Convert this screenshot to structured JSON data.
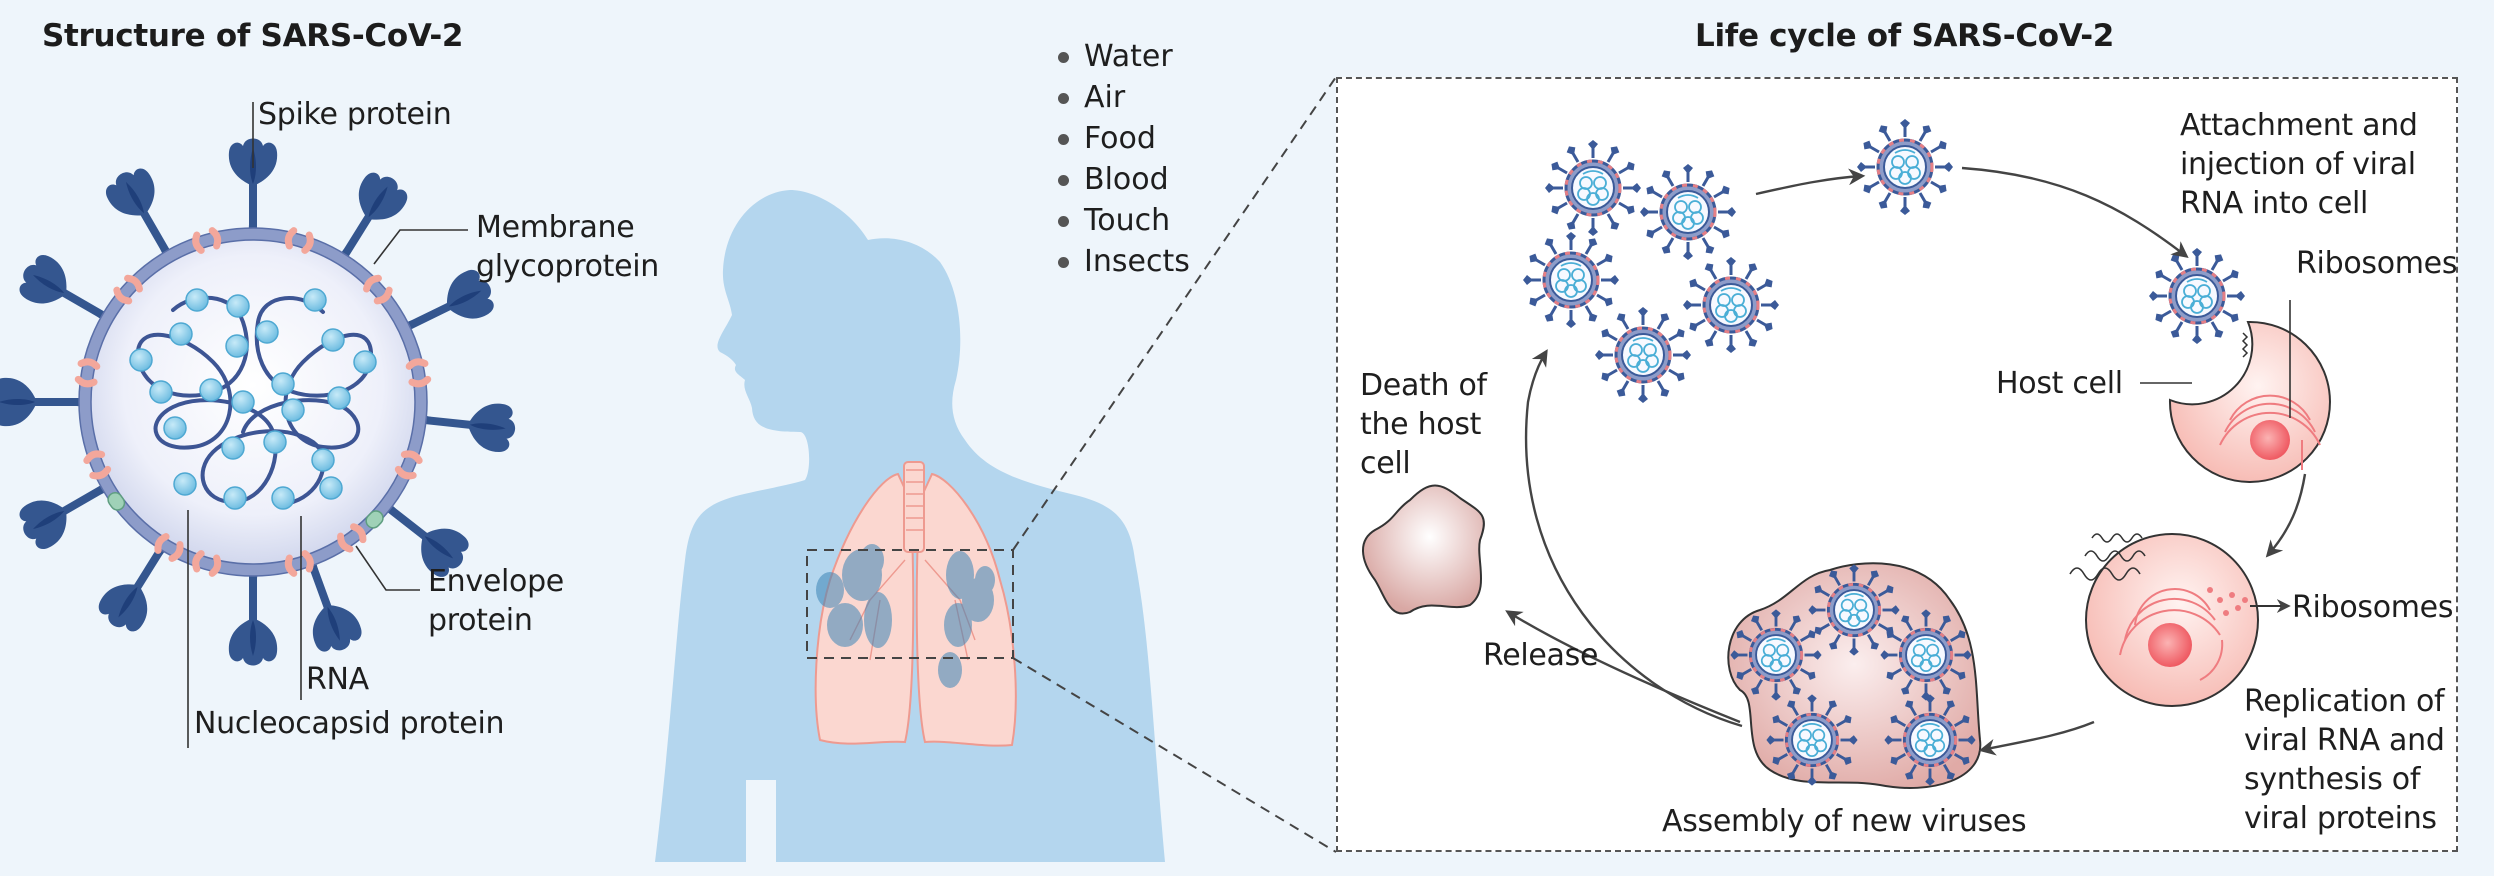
{
  "structure": {
    "title": "Structure of SARS-CoV-2",
    "labels": {
      "spike": "Spike protein",
      "membrane": "Membrane\nglycoprotein",
      "envelope": "Envelope\nprotein",
      "rna": "RNA",
      "nucleocapsid": "Nucleocapsid protein"
    }
  },
  "transmission": {
    "items": [
      "Water",
      "Air",
      "Food",
      "Blood",
      "Touch",
      "Insects"
    ]
  },
  "lifecycle": {
    "title": "Life cycle of SARS-CoV-2",
    "labels": {
      "attachment": "Attachment and\ninjection of viral\nRNA into cell",
      "ribosomes_top": "Ribosomes",
      "host_cell": "Host cell",
      "ribosomes_mid": "Ribosomes",
      "replication": "Replication of\nviral RNA and\nsynthesis of\nviral proteins",
      "assembly": "Assembly of new viruses",
      "release": "Release",
      "death": "Death of\nthe host\ncell"
    }
  },
  "colors": {
    "background": "#eef5fb",
    "spike": "#34568f",
    "membrane": "#8d9cc9",
    "membrane_protein": "#f3a79b",
    "envelope_protein": "#9fd1b7",
    "nucleocapsid": "#7fc7e6",
    "rna_strand": "#3d5594",
    "body": "#b4d6ee",
    "lung": "#fbd3cc",
    "lung_infection": "#3d86b7",
    "host_cell": "#f9c7c2",
    "nucleus": "#f0646a",
    "dead_cell": "#d9a8a4",
    "arrow": "#444444"
  }
}
